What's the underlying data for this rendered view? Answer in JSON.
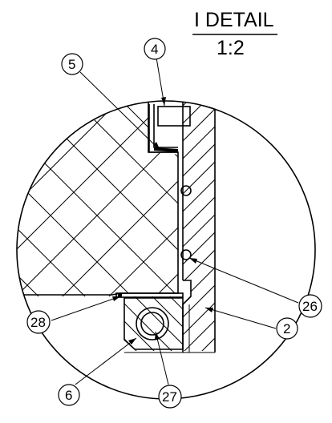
{
  "detail": {
    "name": "I DETAIL",
    "scale": "1:2"
  },
  "callouts": {
    "c4": "4",
    "c5": "5",
    "c26": "26",
    "c28": "28",
    "c2": "2",
    "c6": "6",
    "c27": "27"
  }
}
